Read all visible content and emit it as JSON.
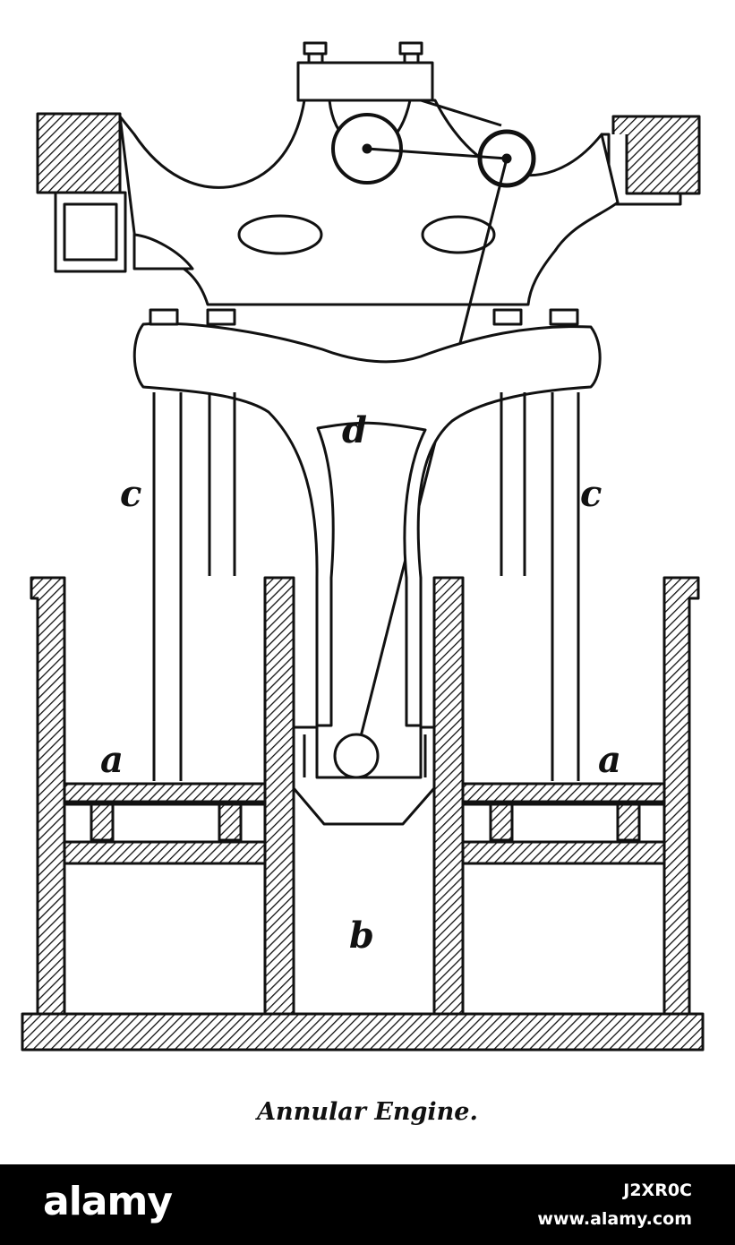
{
  "figure": {
    "caption": "Annular Engine.",
    "labels": {
      "a_left": "a",
      "a_right": "a",
      "b": "b",
      "c_left": "c",
      "c_right": "c",
      "d": "d"
    }
  },
  "watermark_footer": {
    "brand": "alamy",
    "image_id": "J2XR0C",
    "site": "www.alamy.com"
  },
  "colors": {
    "ink": "#111111",
    "paper": "#ffffff",
    "footer_bg": "#000000"
  }
}
